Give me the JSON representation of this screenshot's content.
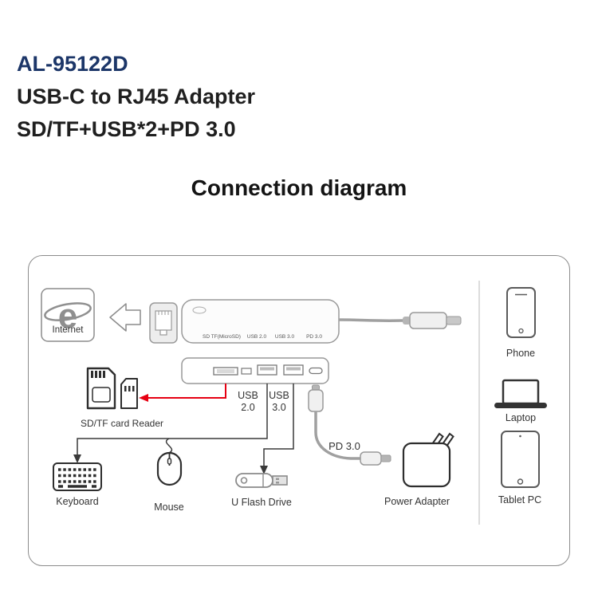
{
  "header": {
    "model": "AL-95122D",
    "title_line1": "USB-C to RJ45 Adapter",
    "title_line2": "SD/TF+USB*2+PD 3.0"
  },
  "section_title": "Connection diagram",
  "icons": {
    "internet_e": "e"
  },
  "diagram": {
    "internet_label": "Internet",
    "hub_top_labels": [
      "SD TF(MicroSD)",
      "USB 2.0",
      "USB 3.0",
      "PD 3.0"
    ],
    "card_reader_label": "SD/TF card Reader",
    "usb2_label_line1": "USB",
    "usb2_label_line2": "2.0",
    "usb3_label_line1": "USB",
    "usb3_label_line2": "3.0",
    "pd_label": "PD 3.0",
    "keyboard_label": "Keyboard",
    "mouse_label": "Mouse",
    "uflash_label": "U Flash Drive",
    "power_adapter_label": "Power Adapter",
    "phone_label": "Phone",
    "laptop_label": "Laptop",
    "tablet_label": "Tablet PC"
  },
  "colors": {
    "model_text": "#1c3668",
    "body_text": "#1f1f1f",
    "label_text": "#333333",
    "arrow_red": "#e60012",
    "outline_gray": "#8c8c8c"
  }
}
